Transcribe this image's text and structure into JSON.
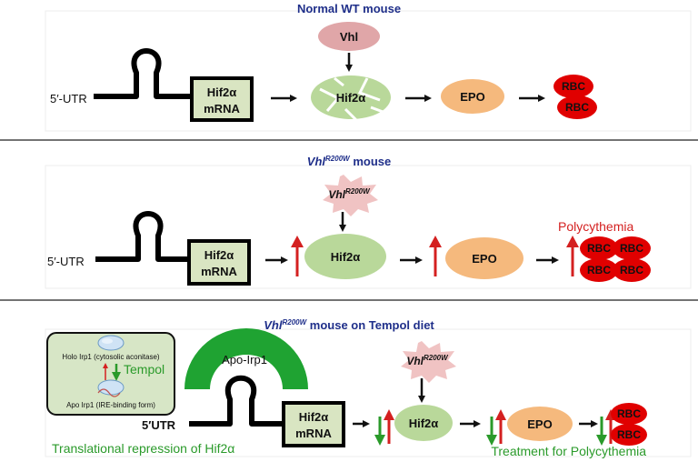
{
  "panel1": {
    "title": "Normal WT mouse",
    "utr": "5′-UTR",
    "mrna_line1": "Hif2α",
    "mrna_line2": "mRNA",
    "vhl": "Vhl",
    "hif": "Hif2α",
    "epo": "EPO",
    "rbc": "RBC"
  },
  "panel2": {
    "title_main": "Vhl",
    "title_sup": "R200W",
    "title_rest": " mouse",
    "utr": "5′-UTR",
    "mrna_line1": "Hif2α",
    "mrna_line2": "mRNA",
    "vhl_main": "Vhl",
    "vhl_sup": "R200W",
    "hif": "Hif2α",
    "epo": "EPO",
    "rbc": "RBC",
    "outcome": "Polycythemia"
  },
  "panel3": {
    "title_main": "Vhl",
    "title_sup": "R200W",
    "title_rest": " mouse on Tempol diet",
    "inset_top": "Holo Irp1 (cytosolic aconitase)",
    "inset_bottom": "Apo Irp1 (IRE-binding form)",
    "inset_drug": "Tempol",
    "apo_irp1": "Apo-Irp1",
    "utr": "5′UTR",
    "mrna_line1": "Hif2α",
    "mrna_line2": "mRNA",
    "vhl_main": "Vhl",
    "vhl_sup": "R200W",
    "hif": "Hif2α",
    "epo": "EPO",
    "rbc": "RBC",
    "left_caption": "Translational repression of Hif2α",
    "right_caption": "Treatment for Polycythemia"
  },
  "colors": {
    "title": "#1f2f8a",
    "mrna_box": "#d9e5c2",
    "hif": "#b9d89a",
    "vhl": "#e0a6a8",
    "epo": "#f5b97d",
    "rbc": "#e00000",
    "up_arrow": "#d42020",
    "down_arrow": "#2a9a2a"
  }
}
